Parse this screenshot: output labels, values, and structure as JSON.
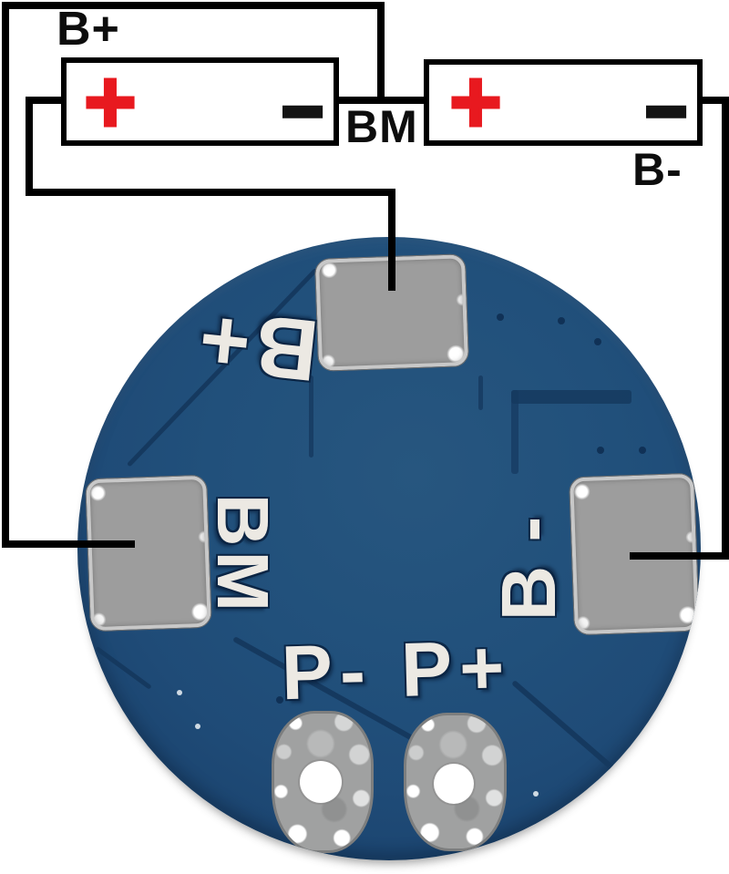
{
  "schematic": {
    "label_top_left": "B+",
    "label_middle": "BM",
    "label_right": "B-",
    "battery_1": {
      "plus": "+",
      "minus": "−"
    },
    "battery_2": {
      "plus": "+",
      "minus": "−"
    }
  },
  "pcb": {
    "silkscreen_top": "B+",
    "silkscreen_left": "BM",
    "silkscreen_right": "B-",
    "silkscreen_ports": "P- P+"
  },
  "colors": {
    "wire_black": "#000000",
    "positive_red": "#e8191f",
    "pcb_blue": "#1f4b77",
    "pcb_blue_edge": "#143a60",
    "pcb_trace": "#15395f",
    "pad_gray": "#9d9d9d",
    "pad_rim_silver": "#c8c8c8",
    "tinned_pad_gray": "#a0a1a1",
    "silkscreen_white": "#ece9e3"
  }
}
